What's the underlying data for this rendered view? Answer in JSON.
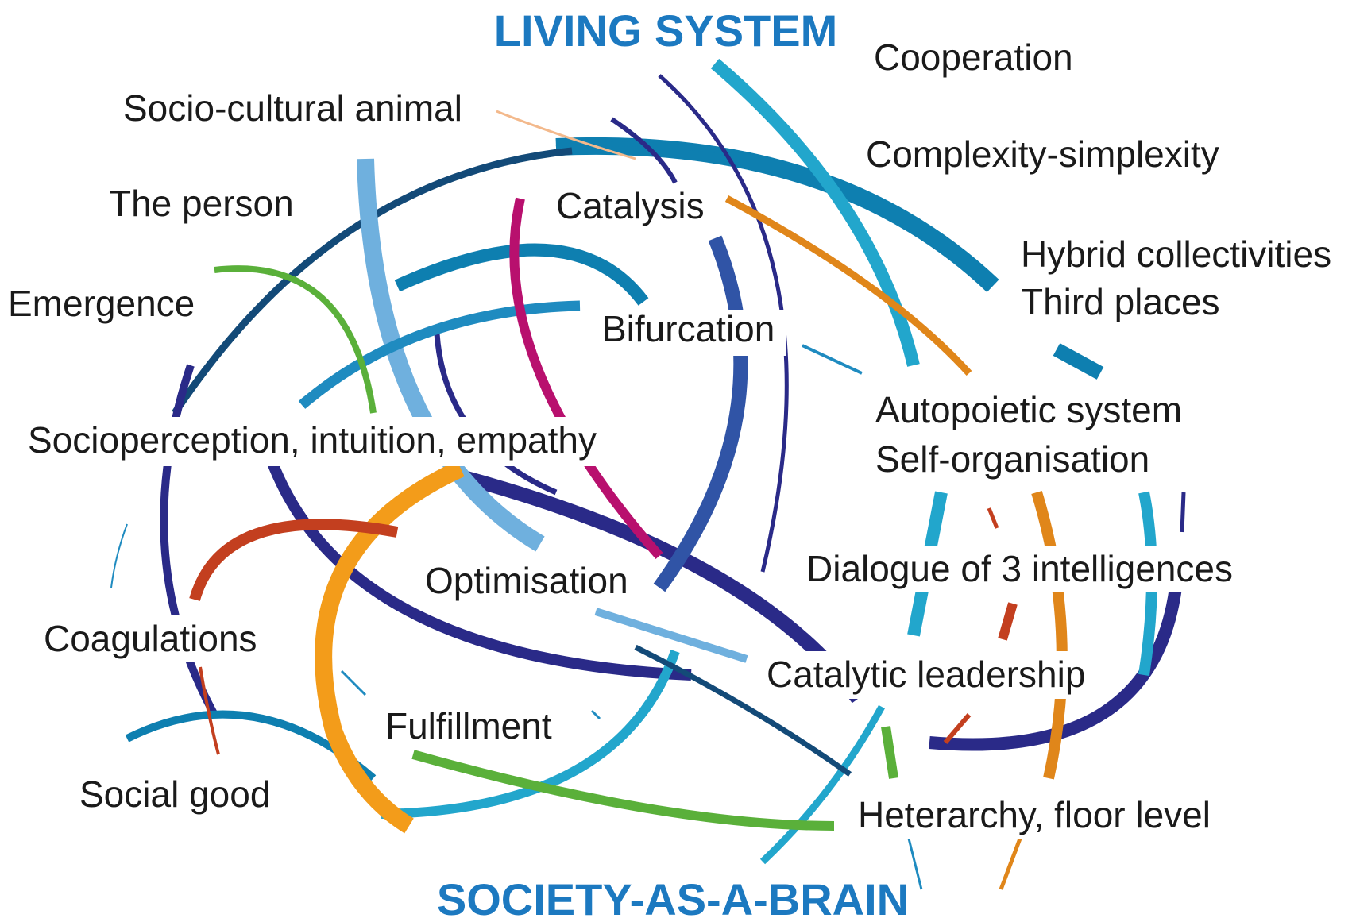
{
  "top_heading": "LIVING SYSTEM",
  "bottom_heading": "SOCIETY-AS-A-BRAIN",
  "heading_color": "#1c79c0",
  "concepts": {
    "cooperation": "Cooperation",
    "socio_cultural_animal": "Socio-cultural animal",
    "complexity_simplexity": "Complexity-simplexity",
    "the_person": "The person",
    "catalysis": "Catalysis",
    "hybrid_collectivities": "Hybrid collectivities",
    "third_places": "Third places",
    "emergence": "Emergence",
    "bifurcation": "Bifurcation",
    "autopoietic_system": "Autopoietic system",
    "self_organisation": "Self-organisation",
    "socioperception": "Socioperception, intuition, empathy",
    "dialogue": "Dialogue of 3 intelligences",
    "optimisation": "Optimisation",
    "coagulations": "Coagulations",
    "catalytic_leadership": "Catalytic leadership",
    "fulfillment": "Fulfillment",
    "social_good": "Social good",
    "heterarchy": "Heterarchy, floor level"
  },
  "arc_colors": [
    "#2a2a88",
    "#0e7fb0",
    "#22a6cc",
    "#6fb0de",
    "#134a78",
    "#f39c1a",
    "#e0861a",
    "#c33f1f",
    "#b8106e",
    "#5ab03a",
    "#3054a6",
    "#1f8bc0",
    "#f3b98c"
  ]
}
